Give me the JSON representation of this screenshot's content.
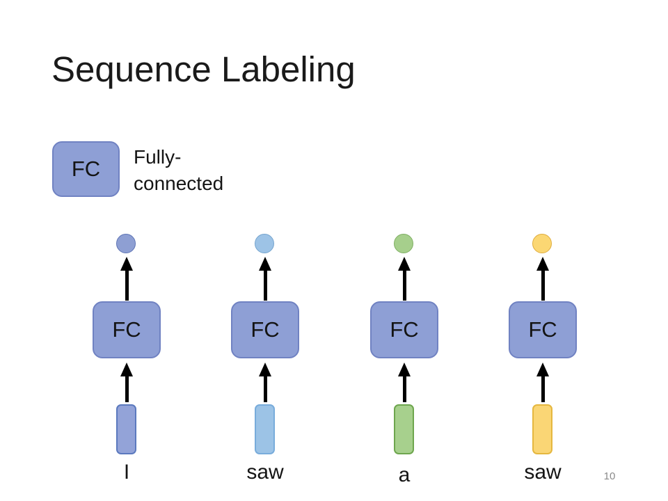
{
  "slide": {
    "title": "Sequence Labeling",
    "page_number": "10",
    "background": "#ffffff",
    "text_color": "#141414"
  },
  "legend": {
    "box_label": "FC",
    "box_fill": "#8e9fd5",
    "box_border": "#7082c2",
    "lines": [
      "Fully-",
      "connected"
    ]
  },
  "diagram": {
    "fc_label": "FC",
    "fc_fill": "#8e9fd5",
    "fc_border": "#7082c2",
    "arrow_color": "#000000",
    "columns": [
      {
        "word": "I",
        "circle_fill": "#8e9fd3",
        "circle_border": "#5e74b5",
        "input_fill": "#93a3d8",
        "input_border": "#5b79be"
      },
      {
        "word": "saw",
        "circle_fill": "#9dc3e6",
        "circle_border": "#75a4ce",
        "input_fill": "#9cc3e6",
        "input_border": "#78acdb"
      },
      {
        "word": "a",
        "circle_fill": "#a6cf8c",
        "circle_border": "#7faf63",
        "input_fill": "#a7d08d",
        "input_border": "#6ea64e"
      },
      {
        "word": "saw",
        "circle_fill": "#fbd773",
        "circle_border": "#dfac3e",
        "input_fill": "#fad675",
        "input_border": "#e5b73f"
      }
    ]
  }
}
